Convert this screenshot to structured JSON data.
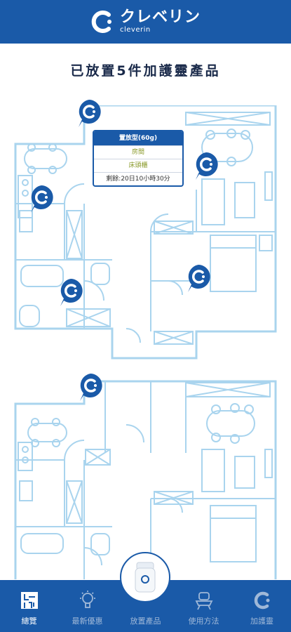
{
  "header": {
    "logo_jp": "クレベリン",
    "logo_en": "cleverin"
  },
  "page": {
    "title": "已放置5件加護靈產品"
  },
  "popup": {
    "product": "置放型(60g)",
    "room": "房間",
    "location": "床頭櫃",
    "remaining": "剩餘:20日10小時30分"
  },
  "tabs": [
    {
      "label": "總覽",
      "icon": "floorplan-icon",
      "active": true
    },
    {
      "label": "最新優惠",
      "icon": "lightbulb-icon",
      "active": false
    },
    {
      "label": "放置產品",
      "icon": "product-icon",
      "active": false
    },
    {
      "label": "使用方法",
      "icon": "howto-icon",
      "active": false
    },
    {
      "label": "加護靈",
      "icon": "cleverin-logo-icon",
      "active": false
    }
  ],
  "colors": {
    "brand": "#1a5aa8",
    "plan_line": "#a9d4ee",
    "text": "#1a2a4a"
  }
}
